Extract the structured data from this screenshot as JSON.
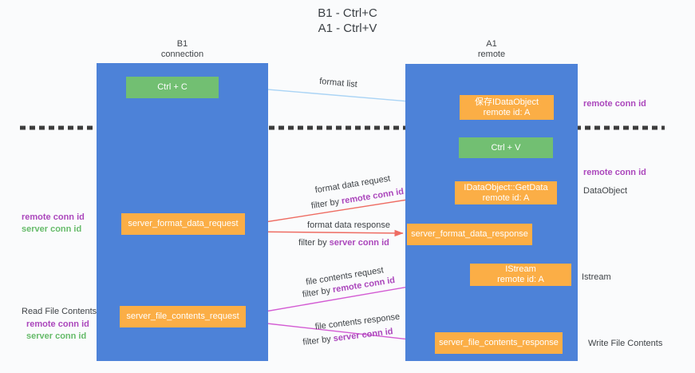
{
  "title": {
    "line1": "B1 - Ctrl+C",
    "line2": "A1 - Ctrl+V"
  },
  "lanes": {
    "left": {
      "title": "B1",
      "subtitle": "connection"
    },
    "right": {
      "title": "A1",
      "subtitle": "remote"
    }
  },
  "nodes": {
    "ctrl_c": {
      "label": "Ctrl + C"
    },
    "ctrl_v": {
      "label": "Ctrl + V"
    },
    "save_dataobject": {
      "line1": "保存IDataObject",
      "line2": "remote id: A"
    },
    "getdata": {
      "line1": "IDataObject::GetData",
      "line2": "remote id: A"
    },
    "istream": {
      "line1": "IStream",
      "line2": "remote id: A"
    },
    "server_format_data_request": {
      "label": "server_format_data_request"
    },
    "server_format_data_response": {
      "label": "server_format_data_response"
    },
    "server_file_contents_request": {
      "label": "server_file_contents_request"
    },
    "server_file_contents_response": {
      "label": "server_file_contents_response"
    }
  },
  "arrow_labels": {
    "format_list": "format list",
    "format_data_request": "format data request",
    "format_data_response": "format data response",
    "file_contents_request": "file contents request",
    "file_contents_response": "file contents response",
    "filter_by": "filter by"
  },
  "side_labels": {
    "remote_conn_id": "remote conn id",
    "server_conn_id": "server conn id",
    "dataobject": "DataObject",
    "istream": "Istream",
    "read_file_contents": "Read File Contents",
    "write_file_contents": "Write File Contents"
  },
  "colors": {
    "lane_blue": "#4d82d8",
    "node_green": "#72bf72",
    "node_orange": "#fbae46",
    "label_purple": "#ab47bc",
    "label_green": "#66bb6a",
    "arrow_red": "#ee6c62",
    "arrow_magenta": "#d35bd3",
    "arrow_lightblue": "#aad4f5",
    "arrow_black": "#3c3c3c"
  }
}
